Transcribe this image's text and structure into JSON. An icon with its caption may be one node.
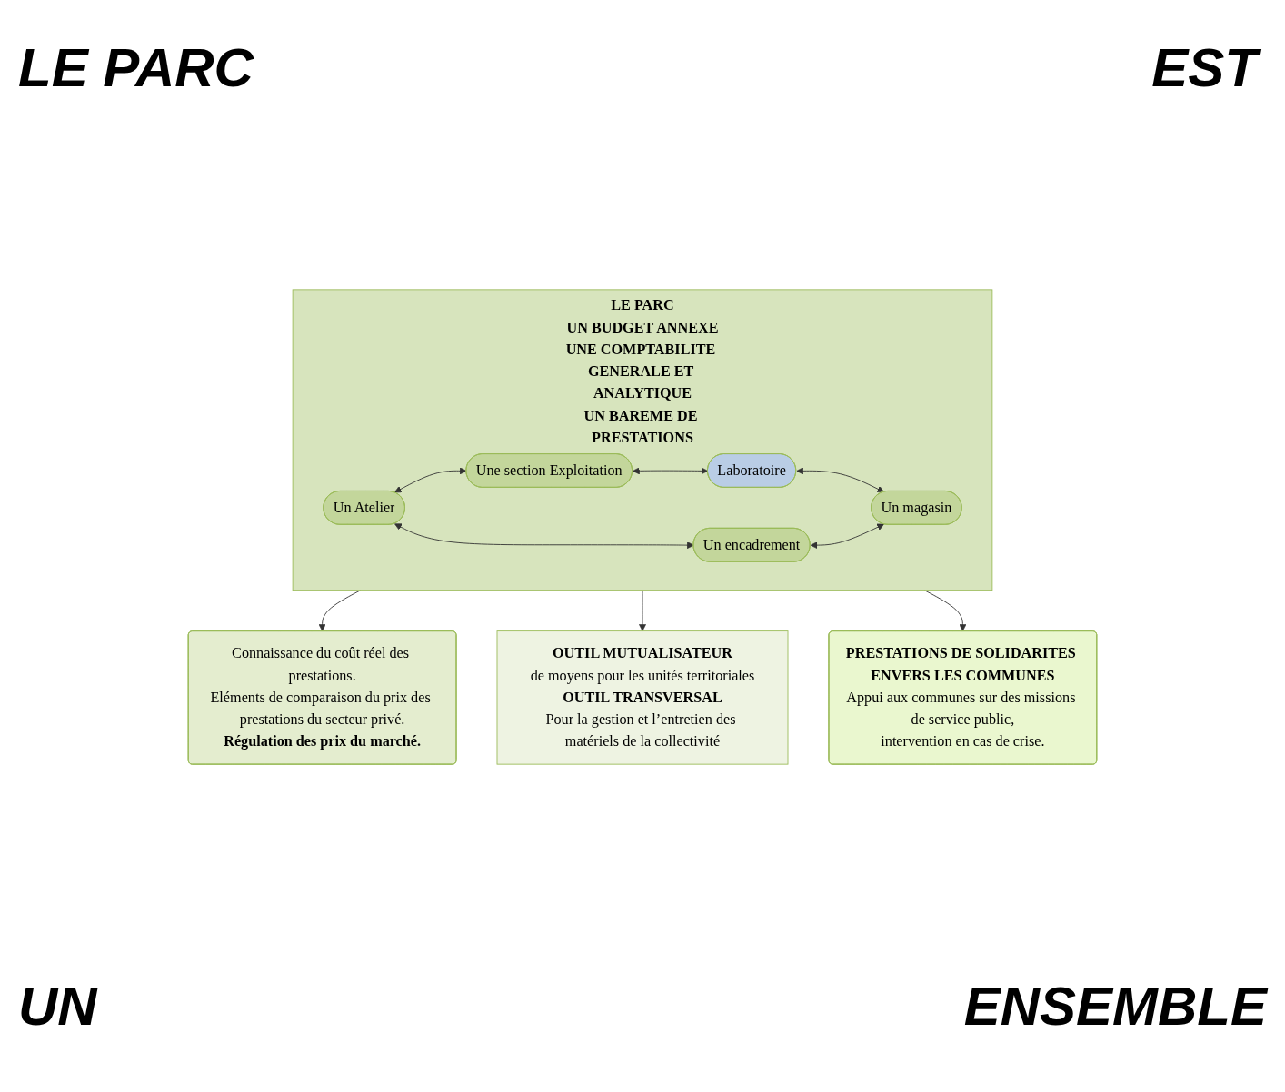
{
  "diagram": {
    "nodes": [
      {
        "text": [
          "LE PARC",
          "UN BUDGET ANNEXE",
          "UNE COMPTABILITE GENERALE ET ANALYTIQUE",
          "UN BAREME DE PRESTATIONS"
        ]
      },
      {
        "text": [
          "Une section Exploitation"
        ],
        "in": 0
      },
      {
        "text": [
          "Un Atelier"
        ],
        "in": 0
      },
      {
        "text": [
          "Laboratoire"
        ],
        "in": 0
      },
      {
        "text": [
          "Un magasin"
        ],
        "in": 0
      },
      {
        "text": [
          "Un encadrement"
        ],
        "in": 0
      },
      {
        "text": [
          "Connaissance du coût réel des prestations.",
          "Eléments de comparaison du prix des prestations du secteur privé.",
          "Régulation des prix du marché."
        ]
      },
      {
        "text": [
          "OUTIL MUTUALISATEUR",
          "de moyens pour les unités territoriales",
          "OUTIL TRANSVERSAL",
          "Pour la gestion et l’entretien des matériels de la collectivité"
        ]
      },
      {
        "text": [
          "PRESTATIONS DE SOLIDARITES ENVERS LES COMMUNES",
          "Appui aux communes sur des missions de service public,",
          "intervention en cas de crise."
        ]
      }
    ],
    "edges": [
      {
        "from": 2,
        "to": 1,
        "arrow": "both"
      },
      {
        "from": 1,
        "to": 3,
        "arrow": "both"
      },
      {
        "from": 3,
        "to": 4,
        "arrow": "both"
      },
      {
        "from": 5,
        "to": 4,
        "arrow": "both"
      },
      {
        "from": 2,
        "to": 5,
        "arrow": "both"
      },
      {
        "from": 0,
        "to": 6,
        "arrow": "to"
      },
      {
        "from": 0,
        "to": 7,
        "arrow": "to"
      },
      {
        "from": 0,
        "to": 8,
        "arrow": "to"
      }
    ],
    "labels": [
      "LE PARC",
      "EST",
      "UN",
      "ENSEMBLE"
    ]
  }
}
